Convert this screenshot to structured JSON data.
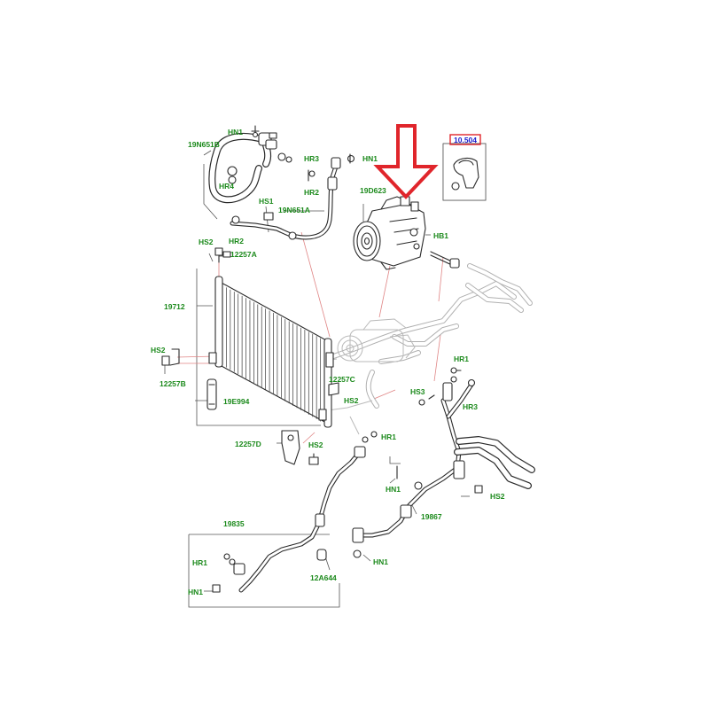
{
  "labels": {
    "hn1_top": "HN1",
    "n19N651B": "19N651B",
    "hr3_top": "HR3",
    "hr4": "HR4",
    "hr2_top": "HR2",
    "hn1_comp": "HN1",
    "n19D623": "19D623",
    "hs1": "HS1",
    "n19N651A": "19N651A",
    "hr2_left": "HR2",
    "hs2_top": "HS2",
    "n12257A": "12257A",
    "hb1": "HB1",
    "n19712": "19712",
    "hs2_left": "HS2",
    "n12257B": "12257B",
    "n19E994": "19E994",
    "n12257C": "12257C",
    "hs2_mid": "HS2",
    "hr1_right": "HR1",
    "hs3": "HS3",
    "hr3_right": "HR3",
    "hr1_mid": "HR1",
    "n12257D": "12257D",
    "hs2_lower": "HS2",
    "hn1_mid": "HN1",
    "n19835": "19835",
    "n19867": "19867",
    "hs2_right": "HS2",
    "hr1_low": "HR1",
    "hn1_low": "HN1",
    "n12A644": "12A644",
    "hn1_bottom": "HN1"
  },
  "callout": {
    "label": "10.504"
  },
  "colors": {
    "label": "#1c8a1c",
    "arrow": "#e0252b",
    "callout_label": "#1a1acc",
    "callout_highlight": "#e0252b"
  },
  "icons": {
    "pointer": "red-down-arrow",
    "main_part": "ac-compressor"
  }
}
